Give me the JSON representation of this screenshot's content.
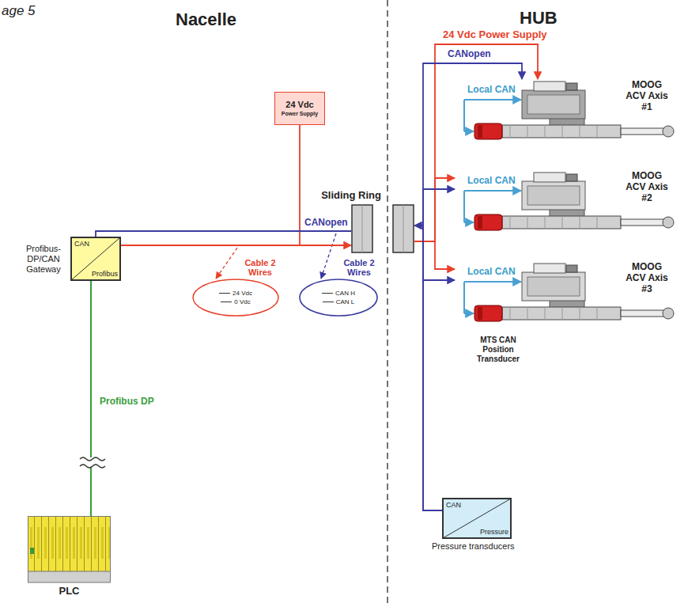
{
  "diagram": {
    "nodes": [
      {
        "text": [
          "24 Vdc",
          "Power Supply"
        ]
      },
      {
        "text": [
          "CAN",
          "Profibus",
          "Profibus- DP/CAN Gateway"
        ]
      },
      {
        "text": [
          "Sliding Ring"
        ]
      },
      {
        "text": [
          "Cable 2 Wires",
          "24 Vdc",
          "0 Vdc"
        ]
      },
      {
        "text": [
          "Cable 2 Wires",
          "CAN H",
          "CAN L"
        ]
      },
      {
        "text": [
          "PLC"
        ]
      },
      {
        "text": [
          "MOOG ACV Axis #1"
        ]
      },
      {
        "text": [
          "MOOG ACV Axis #2"
        ]
      },
      {
        "text": [
          "MOOG ACV Axis #3"
        ]
      },
      {
        "text": [
          "CAN",
          "Pressure",
          "Pressure transducers"
        ]
      }
    ],
    "edges": [
      {
        "from": 0,
        "to": 2,
        "arrow": "to"
      },
      {
        "from": 1,
        "to": 2,
        "arrow": "none"
      },
      {
        "from": 2,
        "to": 1,
        "label": "CANopen",
        "arrow": "none"
      },
      {
        "from": 1,
        "to": 5,
        "label": "Profibus DP",
        "arrow": "none"
      },
      {
        "from": 2,
        "to": 6,
        "label": "24 Vdc Power Supply",
        "arrow": "to"
      },
      {
        "from": 2,
        "to": 7,
        "arrow": "to"
      },
      {
        "from": 2,
        "to": 8,
        "arrow": "to"
      },
      {
        "from": 9,
        "to": 2,
        "arrow": "to"
      },
      {
        "from": 9,
        "to": 6,
        "label": "CANopen",
        "arrow": "to"
      },
      {
        "from": 9,
        "to": 7,
        "arrow": "to"
      },
      {
        "from": 9,
        "to": 8,
        "arrow": "to"
      }
    ],
    "labels": [
      "age 5",
      "Nacelle",
      "HUB",
      "Local CAN",
      "Local CAN",
      "Local CAN",
      "MTS CAN Position Transducer"
    ]
  }
}
